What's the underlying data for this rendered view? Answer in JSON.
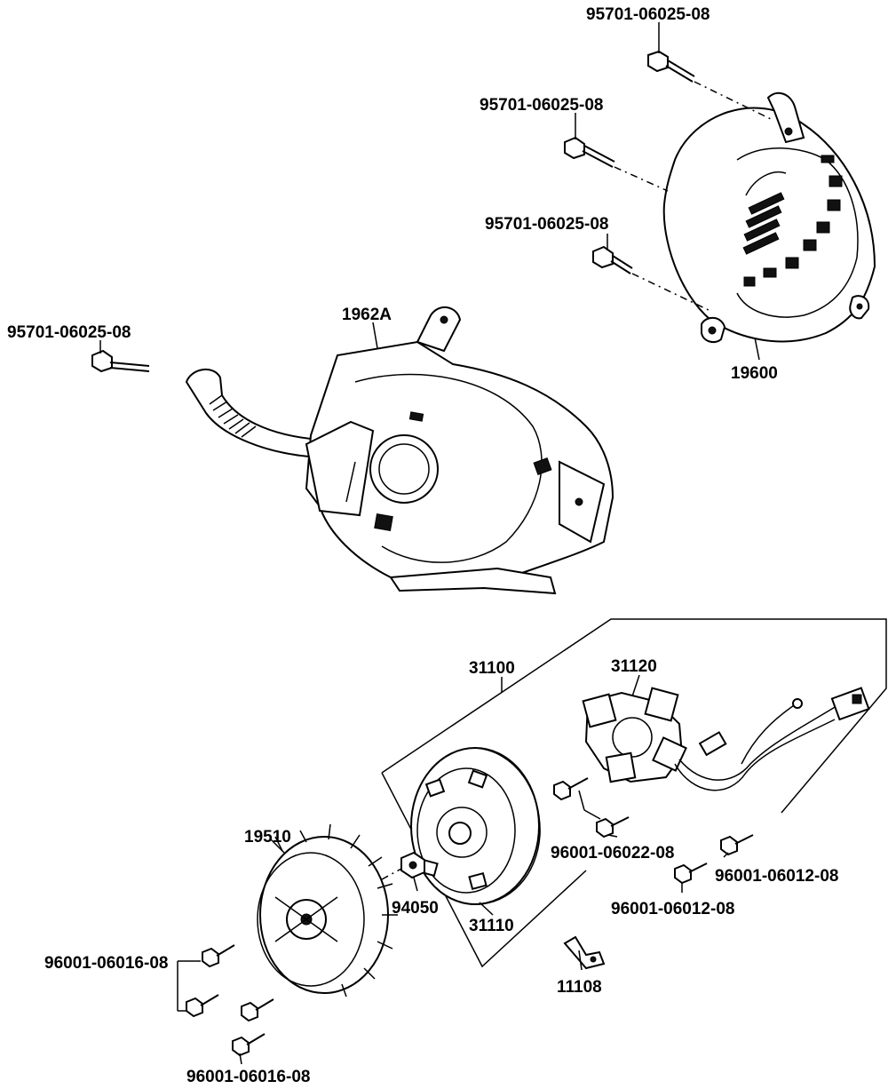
{
  "labels": {
    "bolt_top": "95701-06025-08",
    "bolt_mid": "95701-06025-08",
    "bolt_low": "95701-06025-08",
    "bolt_left": "95701-06025-08",
    "shroud_1962a": "1962A",
    "cover_19600": "19600",
    "generator_31100": "31100",
    "stator_31120": "31120",
    "fan_19510": "19510",
    "nut_94050": "94050",
    "rotor_31110": "31110",
    "screw_06022": "96001-06022-08",
    "screw_06012_a": "96001-06012-08",
    "screw_06012_b": "96001-06012-08",
    "screw_06016_a": "96001-06016-08",
    "screw_06016_b": "96001-06016-08",
    "clamp_11108": "11108"
  }
}
